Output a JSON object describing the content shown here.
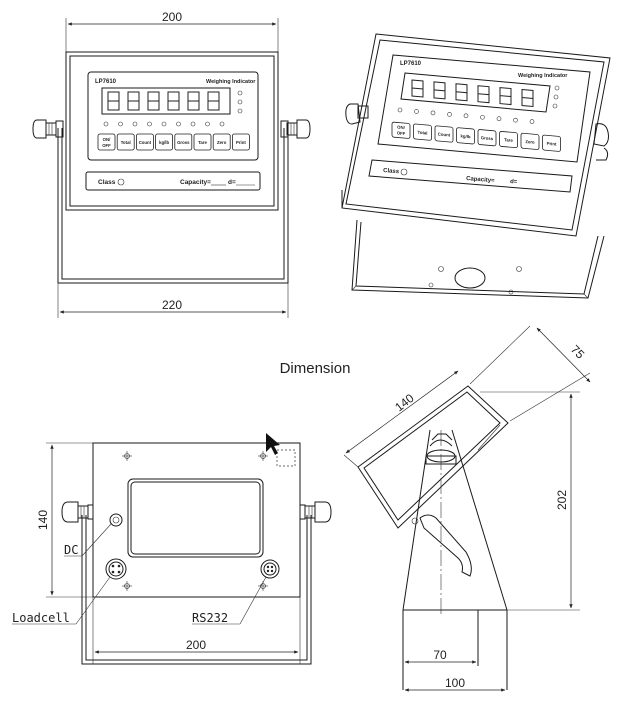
{
  "title": "Dimension",
  "front_view": {
    "model": "LP7610",
    "brand_text": "Weighing Indicator",
    "width_top": "200",
    "width_bottom": "220",
    "buttons": [
      "ON/OFF",
      "Total",
      "Count",
      "kg/lb",
      "Gross",
      "Tare",
      "Zero",
      "Print"
    ],
    "class_label": "Class",
    "capacity_label": "Capacity=",
    "capacity_suffix": "d="
  },
  "perspective_view": {
    "model": "LP7610",
    "brand_text": "Weighing Indicator",
    "buttons": [
      "ON/OFF",
      "Total",
      "Count",
      "kg/lb",
      "Gross",
      "Tare",
      "Zero",
      "Print"
    ],
    "class_label": "Class",
    "capacity_label": "Capacity=",
    "capacity_suffix": "d="
  },
  "rear_view": {
    "height": "140",
    "width": "200",
    "dc_label": "DC",
    "loadcell_label": "Loadcell",
    "rs232_label": "RS232"
  },
  "side_view": {
    "depth": "75",
    "diag": "140",
    "height": "202",
    "base_inner": "70",
    "base_outer": "100"
  }
}
